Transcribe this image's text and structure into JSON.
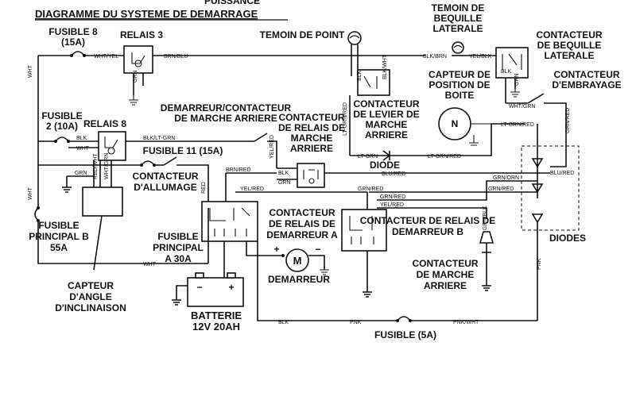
{
  "title": "DIAGRAMME DU SYSTEME DE DEMARRAGE",
  "top_cut_text": "PUISSANCE",
  "components": {
    "fusible8": [
      "FUSIBLE 8",
      "(15A)"
    ],
    "relais3": "RELAIS 3",
    "temoin_point": "TEMOIN DE POINT",
    "temoin_bequille": [
      "TEMOIN DE",
      "BEQUILLE",
      "LATERALE"
    ],
    "contacteur_bequille": [
      "CONTACTEUR",
      "DE BEQUILLE",
      "LATERALE"
    ],
    "capteur_position": [
      "CAPTEUR DE",
      "POSITION DE",
      "BOITE"
    ],
    "contacteur_embrayage": [
      "CONTACTEUR",
      "D'EMBRAYAGE"
    ],
    "fusible2": [
      "FUSIBLE",
      "2 (10A)"
    ],
    "relais8": "RELAIS 8",
    "demarreur_contacteur": [
      "DEMARREUR/CONTACTEUR",
      "DE MARCHE ARRIERE"
    ],
    "contacteur_relais_ma": [
      "CONTACTEUR",
      "DE RELAIS DE",
      "MARCHE",
      "ARRIERE"
    ],
    "contacteur_levier": [
      "CONTACTEUR",
      "DE LEVIER DE",
      "MARCHE",
      "ARRIERE"
    ],
    "diode": "DIODE",
    "fusible11": "FUSIBLE 11 (15A)",
    "contacteur_allumage": [
      "CONTACTEUR",
      "D'ALLUMAGE"
    ],
    "fusible_principal_b": [
      "FUSIBLE",
      "PRINCIPAL B",
      "55A"
    ],
    "contacteur_relais_a": [
      "CONTACTEUR",
      "DE RELAIS DE",
      "DEMARREUR A"
    ],
    "contacteur_relais_b": [
      "CONTACTEUR DE RELAIS DE",
      "DEMARREUR B"
    ],
    "fusible_principal_a": [
      "FUSIBLE",
      "PRINCIPAL",
      "A 30A"
    ],
    "demarreur": "DEMARREUR",
    "capteur_angle": [
      "CAPTEUR",
      "D'ANGLE",
      "D'INCLINAISON"
    ],
    "batterie": [
      "BATTERIE",
      "12V 20AH"
    ],
    "contacteur_marche_arriere": [
      "CONTACTEUR",
      "DE MARCHE",
      "ARRIERE"
    ],
    "diodes": "DIODES",
    "fusible5": "FUSIBLE (5A)"
  },
  "symbols": {
    "motor": "M",
    "gear_position": "N",
    "plus": "+",
    "minus": "−"
  },
  "wires": {
    "wht": "WHT",
    "wht_yel": "WHT/YEL",
    "brn_blu": "BRN/BLU",
    "blk_brn": "BLK/BRN",
    "yel_blk": "YEL/BLK",
    "blk": "BLK",
    "wht_grn": "WHT/GRN",
    "grn": "GRN",
    "blk_wht": "BLK/WHT",
    "lt_grn_red": "LT-GRN/RED",
    "lt_grn": "LT-GRN",
    "blk_lt_grn": "BLK/LT-GRN",
    "red_wht": "RED/WHT",
    "wht_grn2": "WHT/GRN",
    "blu_red": "BLU/RED",
    "brn_red": "BRN/RED",
    "yel_red": "YEL/RED",
    "grn_red": "GRN/RED",
    "grn_orn": "GRN/ORN",
    "red": "RED",
    "pnk": "PNK",
    "pnk_wht": "PNK/WHT",
    "grn_blk": "GRN/BLK",
    "blu_red_short": "BLU/RED",
    "grn_red2": "GRN/RED",
    "yel_blk2": "YEL/BLK"
  }
}
